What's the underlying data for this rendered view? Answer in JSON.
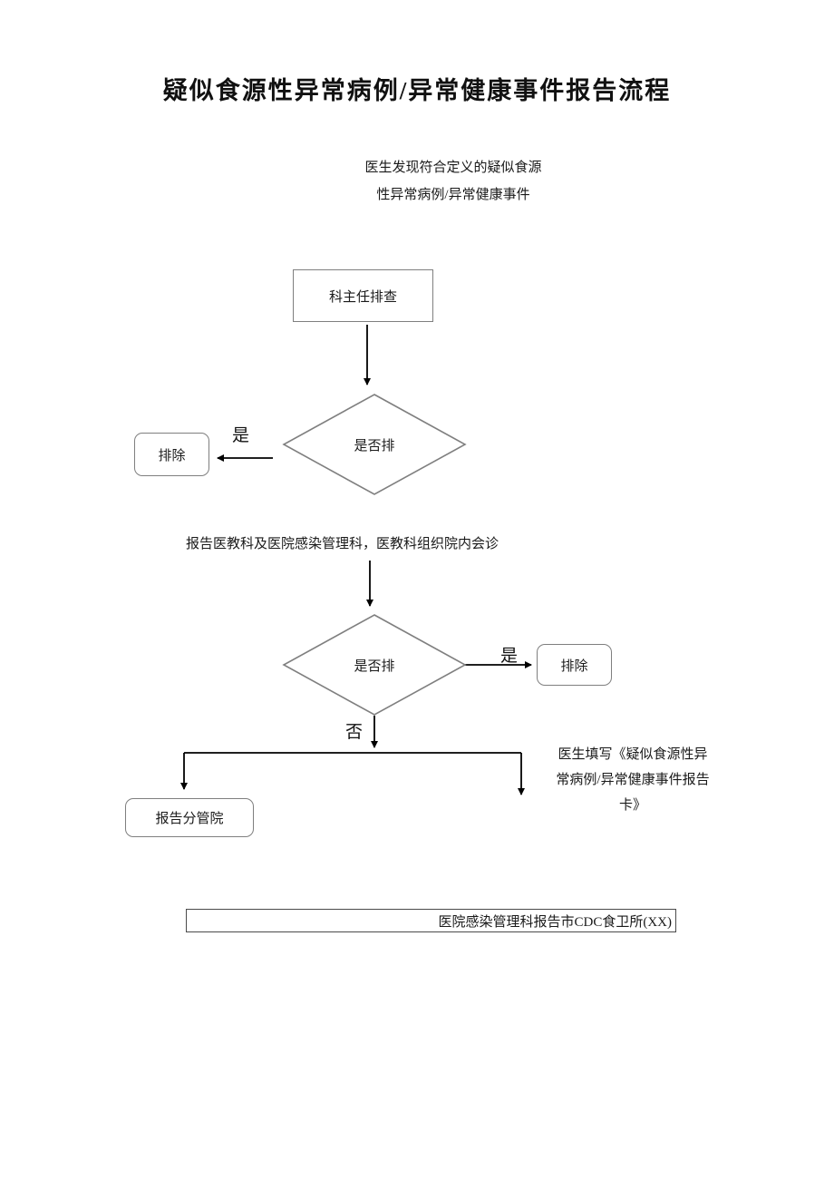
{
  "page": {
    "title": "疑似食源性异常病例/异常健康事件报告流程"
  },
  "flow": {
    "start_line1": "医生发现符合定义的疑似食源",
    "start_line2": "性异常病例/异常健康事件",
    "dept_head_check": "科主任排查",
    "decision1": "是否排",
    "yes1": "是",
    "exclude1": "排除",
    "report_line": "报告医教科及医院感染管理科，医教科组织院内会诊",
    "decision2": "是否排",
    "yes2": "是",
    "exclude2": "排除",
    "no2": "否",
    "report_branch": "报告分管院",
    "fill_card_line1": "医生填写《疑似食源性异",
    "fill_card_line2": "常病例/异常健康事件报告",
    "fill_card_line3": "卡》",
    "bottom_bar": "医院感染管理科报告市CDC食卫所(XX)"
  },
  "colors": {
    "shape_border": "#7f7f7f",
    "arrow": "#000000",
    "background": "#ffffff"
  }
}
